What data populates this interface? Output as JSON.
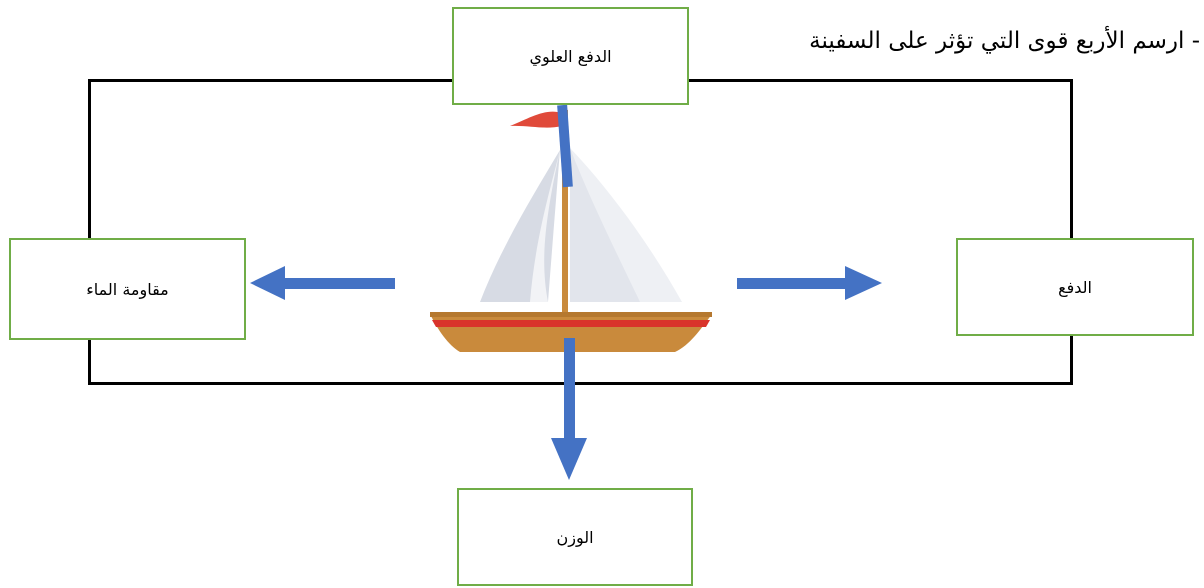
{
  "question": "- ارسم الأربع قوى التي تؤثر على السفينة",
  "forces": {
    "lift": "الدفع العلوي",
    "drag": "مقاومة الماء",
    "thrust": "الدفع",
    "weight": "الوزن"
  },
  "colors": {
    "arrow": "#4472c4",
    "box_border": "#70ad47",
    "frame": "#000000",
    "flag": "#e04a3a",
    "sail": "#e8eaf0",
    "mast": "#c98a3c",
    "hull": "#c98a3c",
    "hull_stripe": "#d9342b"
  },
  "icons": [
    "sailboat-illustration",
    "arrow-left-icon",
    "arrow-right-icon",
    "arrow-down-icon"
  ]
}
